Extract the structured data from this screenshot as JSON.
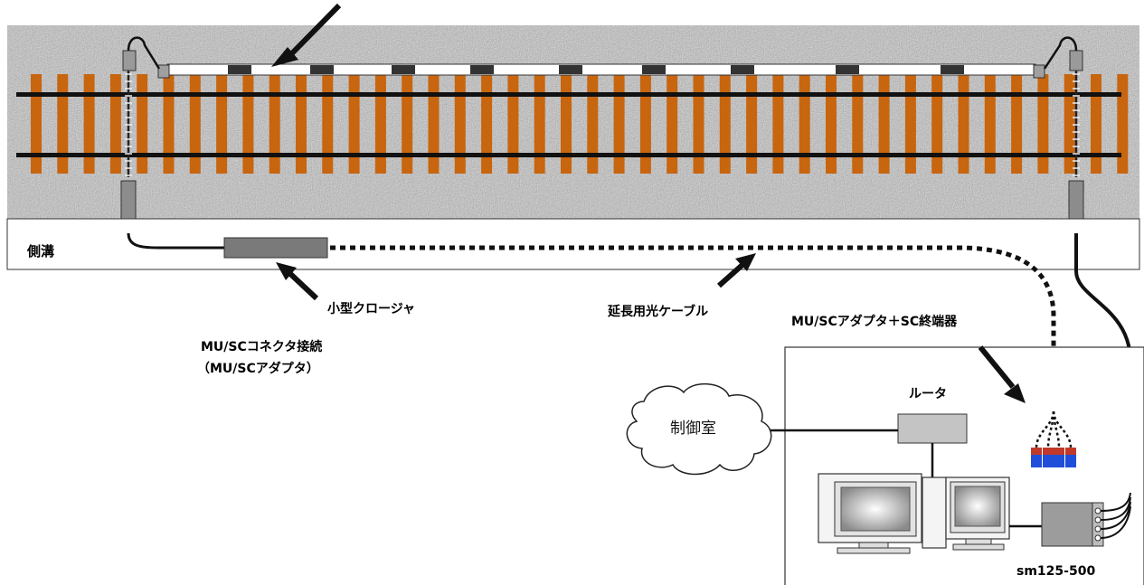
{
  "labels": {
    "side_ditch": "側溝",
    "small_closure": "小型クロージャ",
    "extension_cable": "延長用光ケーブル",
    "connector_line1": "MU/SCコネクタ接続",
    "connector_line2": "（MU/SCアダプタ）",
    "adapter_terminal": "MU/SCアダプタ＋SC終端器",
    "router": "ルータ",
    "control_room": "制御室",
    "device_model": "sm125-500"
  },
  "colors": {
    "sleeper": "#C8650F",
    "rail": "#111111",
    "ballast_base": "#b9b9b9",
    "closure": "#7a7a7a",
    "connector_red": "#c0392b",
    "connector_blue": "#1f4fd8"
  },
  "icons": {
    "arrow": "arrow-icon",
    "cloud": "cloud-icon",
    "monitor": "monitor-icon",
    "router": "router-icon",
    "interrogator": "interrogator-icon"
  }
}
